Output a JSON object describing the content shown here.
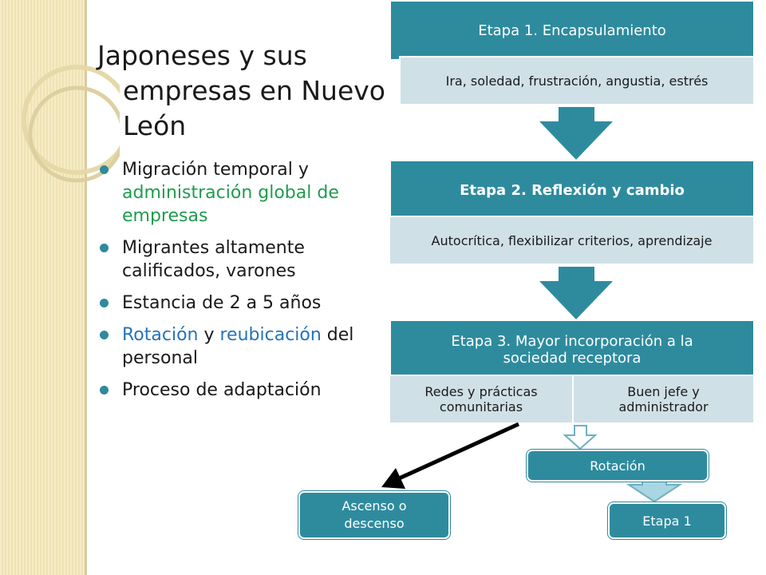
{
  "slide": {
    "title_line1": "Japoneses y sus",
    "title_line2": "empresas en Nuevo",
    "title_line3": "León"
  },
  "bullets": [
    {
      "parts": [
        "Migración temporal y ",
        "administración global de empresas"
      ]
    },
    {
      "parts": [
        "Migrantes altamente calificados, varones"
      ]
    },
    {
      "parts": [
        "Estancia de 2 a 5 años"
      ]
    },
    {
      "parts": [
        "Rotación",
        " y ",
        "reubicación",
        " del personal"
      ]
    },
    {
      "parts": [
        "Proceso de adaptación"
      ]
    }
  ],
  "diagram": {
    "stage1": {
      "title": "Etapa 1. Encapsulamiento",
      "detail": "Ira, soledad, frustración, angustia, estrés"
    },
    "stage2": {
      "title": "Etapa 2. Reflexión y cambio",
      "detail": "Autocrítica, flexibilizar criterios, aprendizaje"
    },
    "stage3": {
      "title": "Etapa 3. Mayor incorporación a la sociedad receptora",
      "detail_left": "Redes y prácticas comunitarias",
      "detail_right": "Buen jefe y administrador"
    },
    "rotation": "Rotación",
    "back_to": "Etapa 1",
    "outcome": "Ascenso o descenso"
  },
  "colors": {
    "teal": "#2e8b9e",
    "light": "#cfe0e6",
    "green": "#1e9c4c",
    "blue": "#2573b8"
  }
}
